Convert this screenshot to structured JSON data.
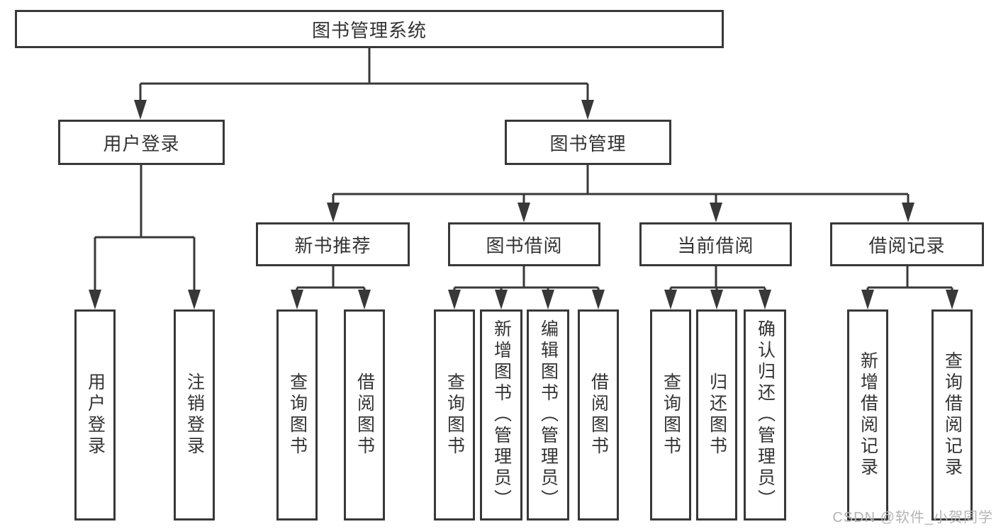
{
  "diagram": {
    "root": {
      "label": "图书管理系统"
    },
    "level2": [
      {
        "label": "用户登录"
      },
      {
        "label": "图书管理"
      }
    ],
    "level3": [
      {
        "label": "新书推荐"
      },
      {
        "label": "图书借阅"
      },
      {
        "label": "当前借阅"
      },
      {
        "label": "借阅记录"
      }
    ],
    "leaves": {
      "user_login": [
        {
          "label": "用户登录"
        },
        {
          "label": "注销登录"
        }
      ],
      "new_book_recommend": [
        {
          "label": "查询图书"
        },
        {
          "label": "借阅图书"
        }
      ],
      "book_borrow": [
        {
          "label": "查询图书"
        },
        {
          "label": "新增图书（管理员）"
        },
        {
          "label": "编辑图书（管理员）"
        },
        {
          "label": "借阅图书"
        }
      ],
      "current_borrow": [
        {
          "label": "查询图书"
        },
        {
          "label": "归还图书"
        },
        {
          "label": "确认归还（管理员）"
        }
      ],
      "borrow_records": [
        {
          "label": "新增借阅记录"
        },
        {
          "label": "查询借阅记录"
        }
      ]
    }
  },
  "watermark": {
    "text": "CSDN @软件_小贺同学"
  },
  "colors": {
    "line": "#383838",
    "text": "#333333",
    "box_background": "#ffffff",
    "page_background": "#ffffff",
    "watermark": "#b4b4b4"
  }
}
